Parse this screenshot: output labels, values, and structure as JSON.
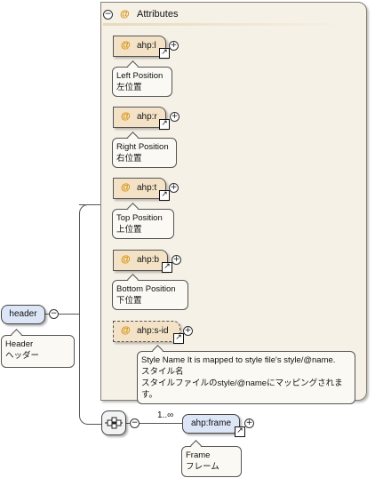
{
  "attributes_group": {
    "title": "Attributes",
    "at_symbol": "@",
    "collapse_symbol": "⊖"
  },
  "attributes": [
    {
      "name": "ahp:l",
      "desc_line1": "Left Position",
      "desc_line2": "左位置"
    },
    {
      "name": "ahp:r",
      "desc_line1": "Right Position",
      "desc_line2": "右位置"
    },
    {
      "name": "ahp:t",
      "desc_line1": "Top Position",
      "desc_line2": "上位置"
    },
    {
      "name": "ahp:b",
      "desc_line1": "Bottom Position",
      "desc_line2": "下位置"
    },
    {
      "name": "ahp:s-id",
      "desc_line1": "Style Name It is mapped to style file's style/@name.",
      "desc_line2": "スタイル名",
      "desc_line3": "スタイルファイルのstyle/@nameにマッピングされます。"
    }
  ],
  "header_element": {
    "name": "header",
    "desc_line1": "Header",
    "desc_line2": "ヘッダー"
  },
  "frame_element": {
    "name": "ahp:frame",
    "cardinality": "1..∞",
    "desc_line1": "Frame",
    "desc_line2": "フレーム"
  },
  "icons": {
    "plus": "+",
    "minus": "−",
    "link": "↗"
  }
}
